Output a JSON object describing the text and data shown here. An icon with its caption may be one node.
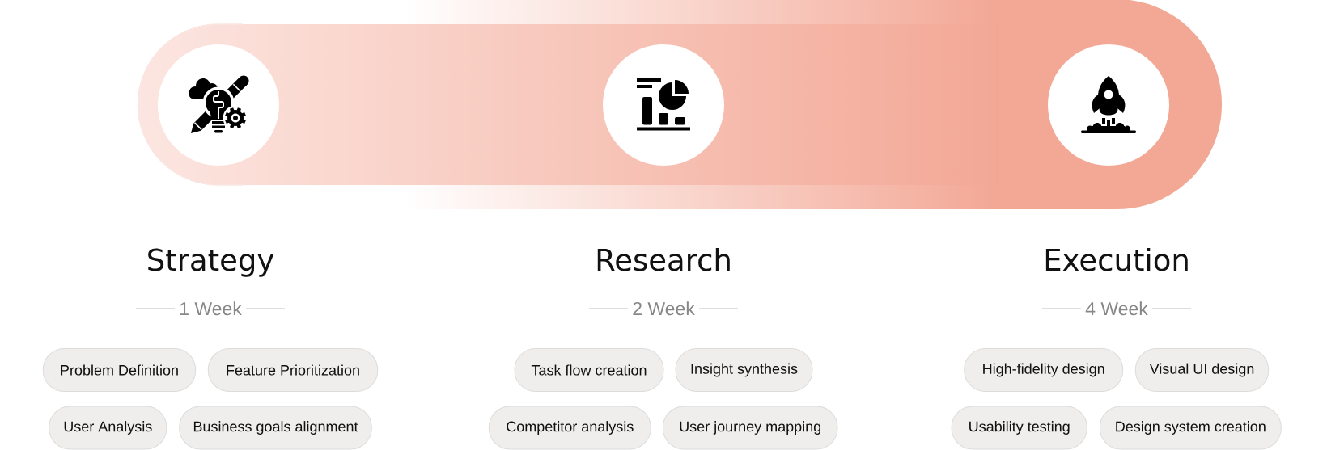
{
  "diagram": {
    "nodes": [
      {
        "text": [
          "Strategy"
        ]
      },
      {
        "text": [
          "Problem Definition"
        ]
      },
      {
        "text": [
          "Feature Prioritization"
        ]
      },
      {
        "text": [
          "User Analysis"
        ]
      },
      {
        "text": [
          "Business goals alignment"
        ]
      },
      {
        "text": [
          "Research"
        ]
      },
      {
        "text": [
          "Task flow creation"
        ]
      },
      {
        "text": [
          "Insight synthesis"
        ]
      },
      {
        "text": [
          "Competitor analysis"
        ]
      },
      {
        "text": [
          "User journey mapping"
        ]
      },
      {
        "text": [
          "Execution"
        ]
      },
      {
        "text": [
          "High-fidelity design"
        ]
      },
      {
        "text": [
          "Visual UI design"
        ]
      },
      {
        "text": [
          "Usability testing"
        ]
      },
      {
        "text": [
          "Design system creation"
        ]
      }
    ],
    "labels": [
      "1 Week",
      "2 Week",
      "4 Week"
    ]
  }
}
